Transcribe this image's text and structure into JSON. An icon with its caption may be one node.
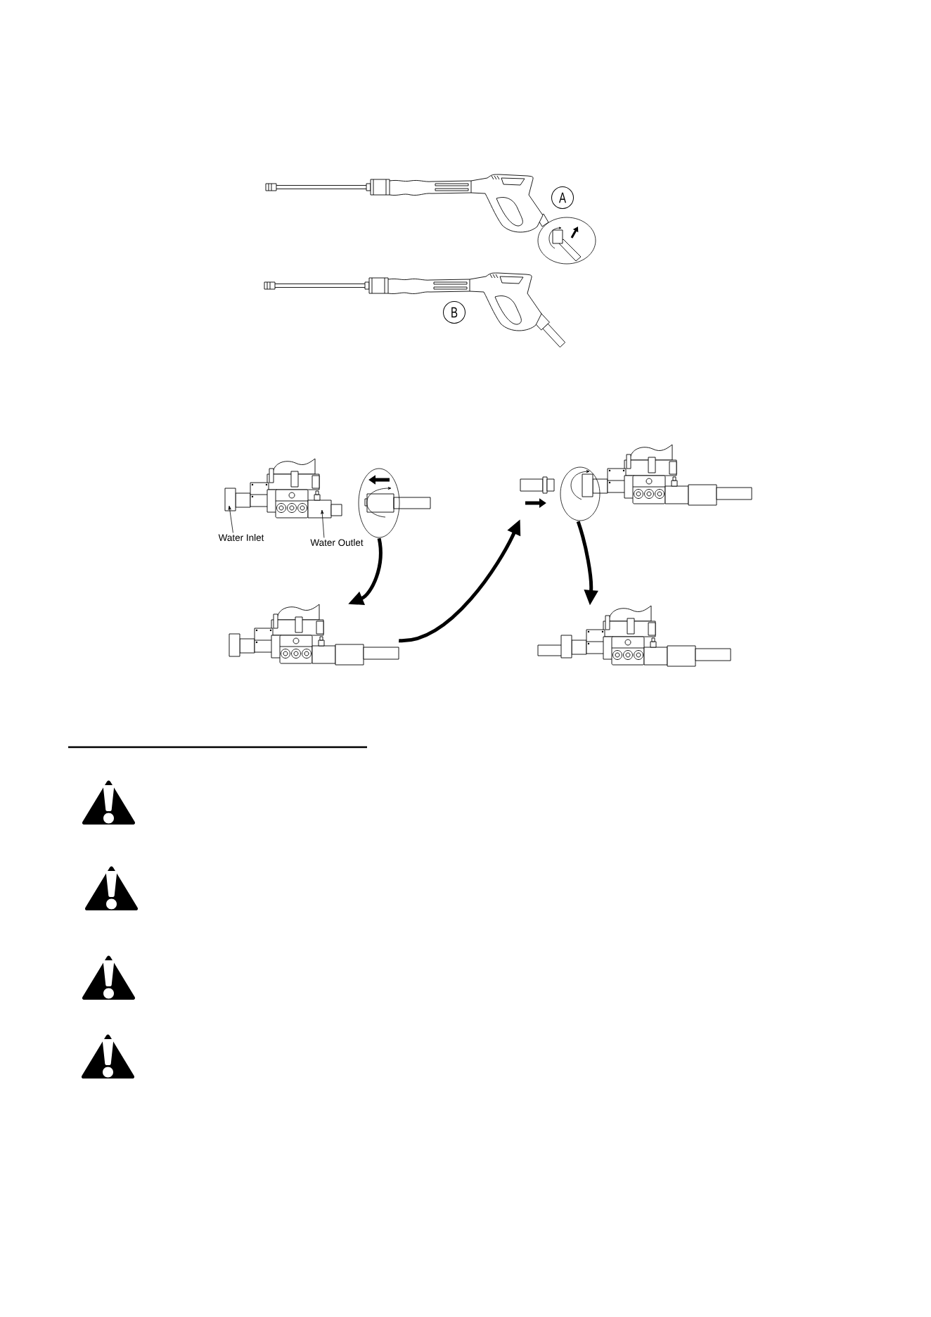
{
  "diagram": {
    "nodes": [
      {
        "text": [
          "A"
        ]
      },
      {
        "text": [
          "B"
        ]
      },
      {
        "text": [],
        "shape": "picture"
      },
      {
        "text": [],
        "shape": "picture"
      },
      {
        "text": [
          "Water Inlet"
        ]
      },
      {
        "text": [
          "Water Outlet"
        ]
      },
      {
        "text": [],
        "shape": "picture"
      },
      {
        "text": [],
        "shape": "picture"
      }
    ],
    "edges": [
      {
        "from": 2,
        "to": 6,
        "arrow": "to"
      },
      {
        "from": 6,
        "to": 3,
        "arrow": "to"
      },
      {
        "from": 3,
        "to": 7,
        "arrow": "to"
      },
      {
        "from": 4,
        "to": 2,
        "arrow": "to"
      },
      {
        "from": 5,
        "to": 2,
        "arrow": "to"
      }
    ]
  }
}
